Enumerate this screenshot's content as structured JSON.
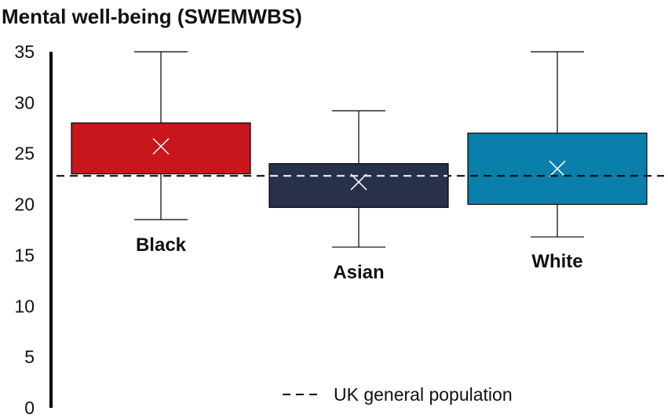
{
  "chart_data": {
    "type": "box",
    "title": "Mental well-being (SWEMWBS)",
    "ylim": [
      0,
      35
    ],
    "yticks": [
      0,
      5,
      10,
      15,
      20,
      25,
      30,
      35
    ],
    "grid": false,
    "legend_position": "bottom-right",
    "reference_line": {
      "label": "UK general population",
      "value": 22.8,
      "style": "dashed"
    },
    "categories": [
      "Black",
      "Asian",
      "White"
    ],
    "boxes": [
      {
        "name": "Black",
        "min": 18.5,
        "q1": 23.0,
        "q3": 28.0,
        "max": 35.0,
        "mean": 25.7,
        "color": "#c8161d"
      },
      {
        "name": "Asian",
        "min": 15.8,
        "q1": 19.7,
        "q3": 24.0,
        "max": 29.2,
        "mean": 22.2,
        "color": "#283149"
      },
      {
        "name": "White",
        "min": 16.8,
        "q1": 20.0,
        "q3": 27.0,
        "max": 35.0,
        "mean": 23.5,
        "color": "#0a7fac"
      }
    ]
  }
}
